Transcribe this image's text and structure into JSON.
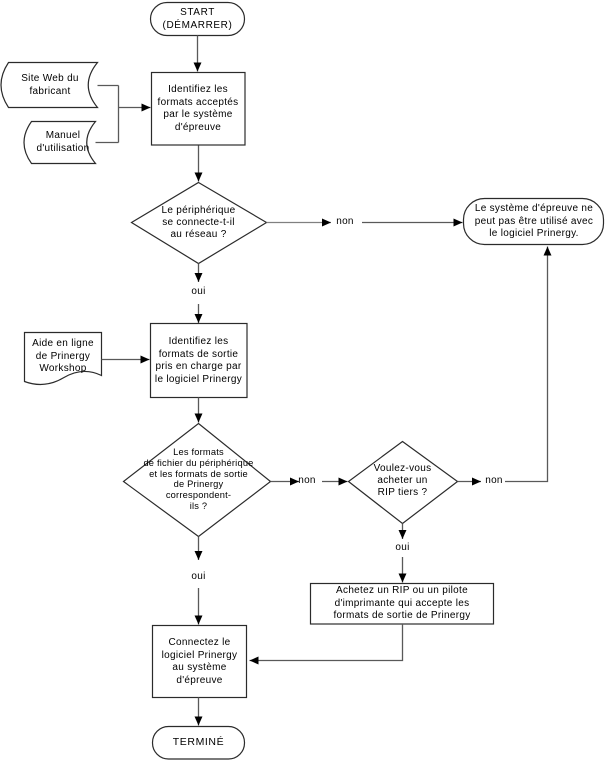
{
  "diagram": {
    "language": "fr",
    "colors": {
      "background": "#ffffff",
      "shape_fill": "#ffffff",
      "shape_border": "#2b2b2b",
      "connector": "#595959",
      "connector_light": "#808080",
      "arrowhead": "#000000",
      "text": "#000000"
    },
    "nodes": {
      "start": {
        "type": "terminal",
        "label": "START\n(DÉMARRER)"
      },
      "doc_site_web": {
        "type": "stored-data",
        "label": "Site Web du\nfabricant"
      },
      "doc_manuel": {
        "type": "stored-data",
        "label": "Manuel\nd'utilisation"
      },
      "identify_accepted": {
        "type": "process",
        "label": "Identifiez les\nformats acceptés\npar le système\nd'épreuve"
      },
      "decision_network": {
        "type": "decision",
        "label": "Le périphérique\nse connecte-t-il\nau réseau ?"
      },
      "cannot_use": {
        "type": "terminal",
        "label": "Le système d'épreuve ne\npeut pas être utilisé avec\nle logiciel Prinergy."
      },
      "doc_aide": {
        "type": "document",
        "label": "Aide en ligne\nde Prinergy\nWorkshop"
      },
      "identify_output": {
        "type": "process",
        "label": "Identifiez les\nformats de sortie\npris en charge par\nle logiciel Prinergy"
      },
      "decision_match": {
        "type": "decision",
        "label": "Les formats\nde fichier du périphérique\net les formats de sortie\nde Prinergy\ncorrespondent-\nils ?"
      },
      "decision_rip": {
        "type": "decision",
        "label": "Voulez-vous\nacheter un\nRIP tiers ?"
      },
      "buy_rip": {
        "type": "process",
        "label": "Achetez un RIP ou un pilote\nd'imprimante qui accepte les\nformats de sortie de Prinergy"
      },
      "connect": {
        "type": "process",
        "label": "Connectez le\nlogiciel Prinergy\nau système\nd'épreuve"
      },
      "end": {
        "type": "terminal",
        "label": "TERMINÉ"
      }
    },
    "edge_labels": {
      "network_no": "non",
      "network_yes": "oui",
      "match_no": "non",
      "match_yes": "oui",
      "rip_no": "non",
      "rip_yes": "oui"
    },
    "edges": [
      {
        "from": "start",
        "to": "identify_accepted",
        "label": ""
      },
      {
        "from": "doc_site_web",
        "to": "identify_accepted",
        "label": ""
      },
      {
        "from": "doc_manuel",
        "to": "identify_accepted",
        "label": ""
      },
      {
        "from": "identify_accepted",
        "to": "decision_network",
        "label": ""
      },
      {
        "from": "decision_network",
        "to": "cannot_use",
        "label": "non"
      },
      {
        "from": "decision_network",
        "to": "identify_output",
        "label": "oui"
      },
      {
        "from": "doc_aide",
        "to": "identify_output",
        "label": ""
      },
      {
        "from": "identify_output",
        "to": "decision_match",
        "label": ""
      },
      {
        "from": "decision_match",
        "to": "decision_rip",
        "label": "non"
      },
      {
        "from": "decision_match",
        "to": "connect",
        "label": "oui"
      },
      {
        "from": "decision_rip",
        "to": "cannot_use",
        "label": "non"
      },
      {
        "from": "decision_rip",
        "to": "buy_rip",
        "label": "oui"
      },
      {
        "from": "buy_rip",
        "to": "connect",
        "label": ""
      },
      {
        "from": "connect",
        "to": "end",
        "label": ""
      }
    ]
  }
}
